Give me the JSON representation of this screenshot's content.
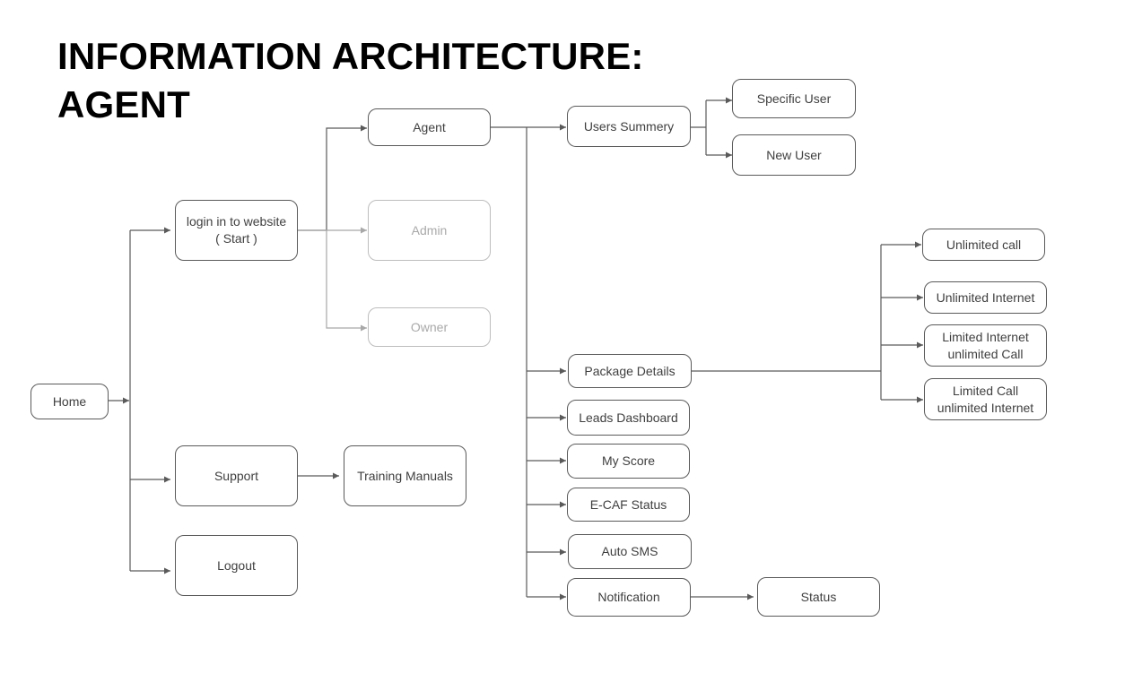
{
  "title": {
    "line1": "INFORMATION ARCHITECTURE:",
    "line2": "AGENT"
  },
  "colors": {
    "line": "#5a5a5a",
    "line_faded": "#a8a8a8",
    "text": "#3f3f3f"
  },
  "nodes": {
    "home": "Home",
    "login": {
      "line1": "login in to website",
      "line2": "( Start )"
    },
    "agent": "Agent",
    "admin": "Admin",
    "owner": "Owner",
    "support": "Support",
    "training_manuals": "Training Manuals",
    "logout": "Logout",
    "users_summery": "Users Summery",
    "specific_user": "Specific User",
    "new_user": "New User",
    "package_details": "Package Details",
    "leads_dashboard": "Leads Dashboard",
    "my_score": "My Score",
    "ecaf_status": "E-CAF Status",
    "auto_sms": "Auto SMS",
    "notification": "Notification",
    "status": "Status",
    "unlimited_call": "Unlimited call",
    "unlimited_internet": "Unlimited Internet",
    "limited_internet": {
      "line1": "Limited Internet",
      "line2": "unlimited Call"
    },
    "limited_call": {
      "line1": "Limited Call",
      "line2": "unlimited Internet"
    }
  }
}
